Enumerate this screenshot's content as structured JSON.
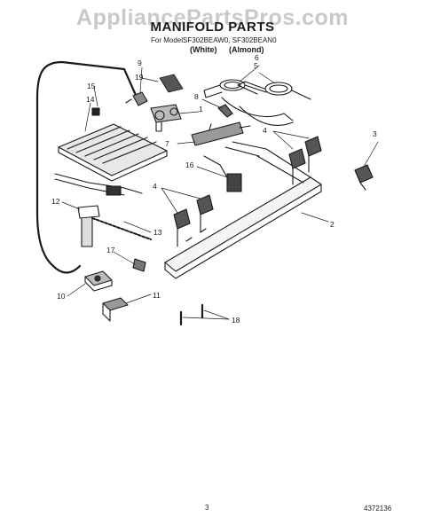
{
  "watermark": "AppliancePartsPros.com",
  "title": "MANIFOLD PARTS",
  "subtitle": {
    "prefix": "For Model:",
    "models": "SF302BEAW0, SF302BEAN0",
    "colors": [
      "(White)",
      "(Almond)"
    ]
  },
  "callouts": [
    "9",
    "19",
    "6",
    "5",
    "8",
    "1",
    "15",
    "14",
    "7",
    "4",
    "3",
    "16",
    "4",
    "2",
    "12",
    "13",
    "17",
    "10",
    "11",
    "18"
  ],
  "footer": {
    "page": "3",
    "doc_number": "4372136"
  }
}
